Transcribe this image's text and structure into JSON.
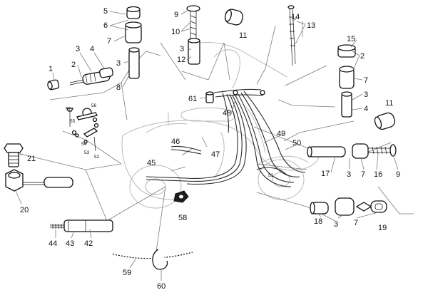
{
  "diagram": {
    "callouts": {
      "c1": "1",
      "c2a": "2",
      "c2b": "2",
      "c3a": "3",
      "c3b": "3",
      "c3c": "3",
      "c3d": "3",
      "c3e": "3",
      "c3f": "3",
      "c4a": "4",
      "c4b": "4",
      "c5": "5",
      "c6": "6",
      "c7a": "7",
      "c7b": "7",
      "c7c": "7",
      "c7d": "7",
      "c8": "8",
      "c9a": "9",
      "c9b": "9",
      "c10": "10",
      "c11a": "11",
      "c11b": "11",
      "c12": "12",
      "c13": "13",
      "c14": "14",
      "c15": "15",
      "c16": "16",
      "c17": "17",
      "c18": "18",
      "c19": "19",
      "c20": "20",
      "c21": "21",
      "c42": "42",
      "c43": "43",
      "c44": "44",
      "c45": "45",
      "c46": "46",
      "c47": "47",
      "c48": "48",
      "c49": "49",
      "c50": "50",
      "c51": "51",
      "c52": "52",
      "c53": "53",
      "c54": "54",
      "c55": "55",
      "c56": "56",
      "c57": "57",
      "c58": "58",
      "c59": "59",
      "c60": "60",
      "c61": "61"
    }
  }
}
